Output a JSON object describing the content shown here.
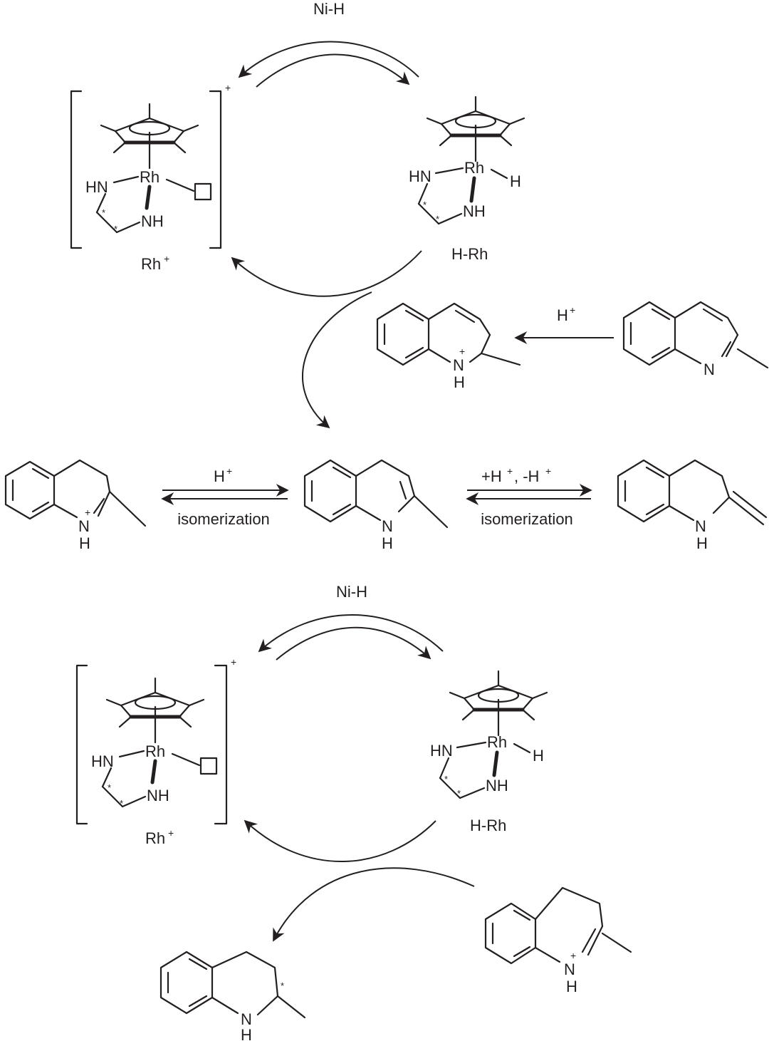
{
  "colors": {
    "ink": "#231f20",
    "background": "#ffffff"
  },
  "reagents": {
    "ni_h_top": "Ni-H",
    "ni_h_bottom": "Ni-H",
    "protonation": "H",
    "protonation_sup": "+"
  },
  "labels": {
    "rh_cation": "Rh",
    "rh_cation_sup": "+",
    "rh_hydride": "H-Rh",
    "charge_plus": "+",
    "rh": "Rh",
    "hn": "HN",
    "nh": "NH",
    "h": "H",
    "n": "N",
    "star": "*"
  },
  "equilibria": {
    "left_above": "H",
    "left_above_sup": "+",
    "left_below": "isomerization",
    "right_above": "+H",
    "right_above_sup1": "+",
    "right_above_mid": ", -H",
    "right_above_sup2": "+",
    "right_below": "isomerization"
  }
}
